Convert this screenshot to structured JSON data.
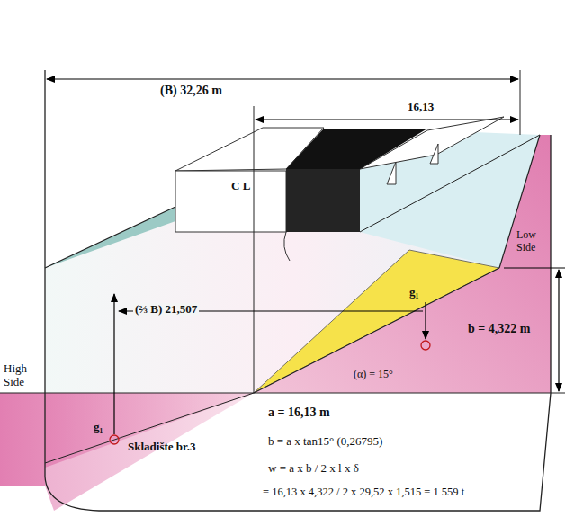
{
  "diagram": {
    "labels": [
      "(B) 32,26 m",
      "16,13",
      "C L",
      "Low Side",
      "(⅔ B) 21,507",
      "g₁",
      "b = 4,322 m",
      "(α) = 15°",
      "High Side",
      "g₁",
      "Skladište br.3",
      "a = 16,13 m",
      "b = a x tan15° (0,26795)",
      "w = a x b / 2 x l x δ",
      "= 16,13 x 4,322 / 2 x 29,52 x 1,515 = 1 559 t"
    ]
  }
}
